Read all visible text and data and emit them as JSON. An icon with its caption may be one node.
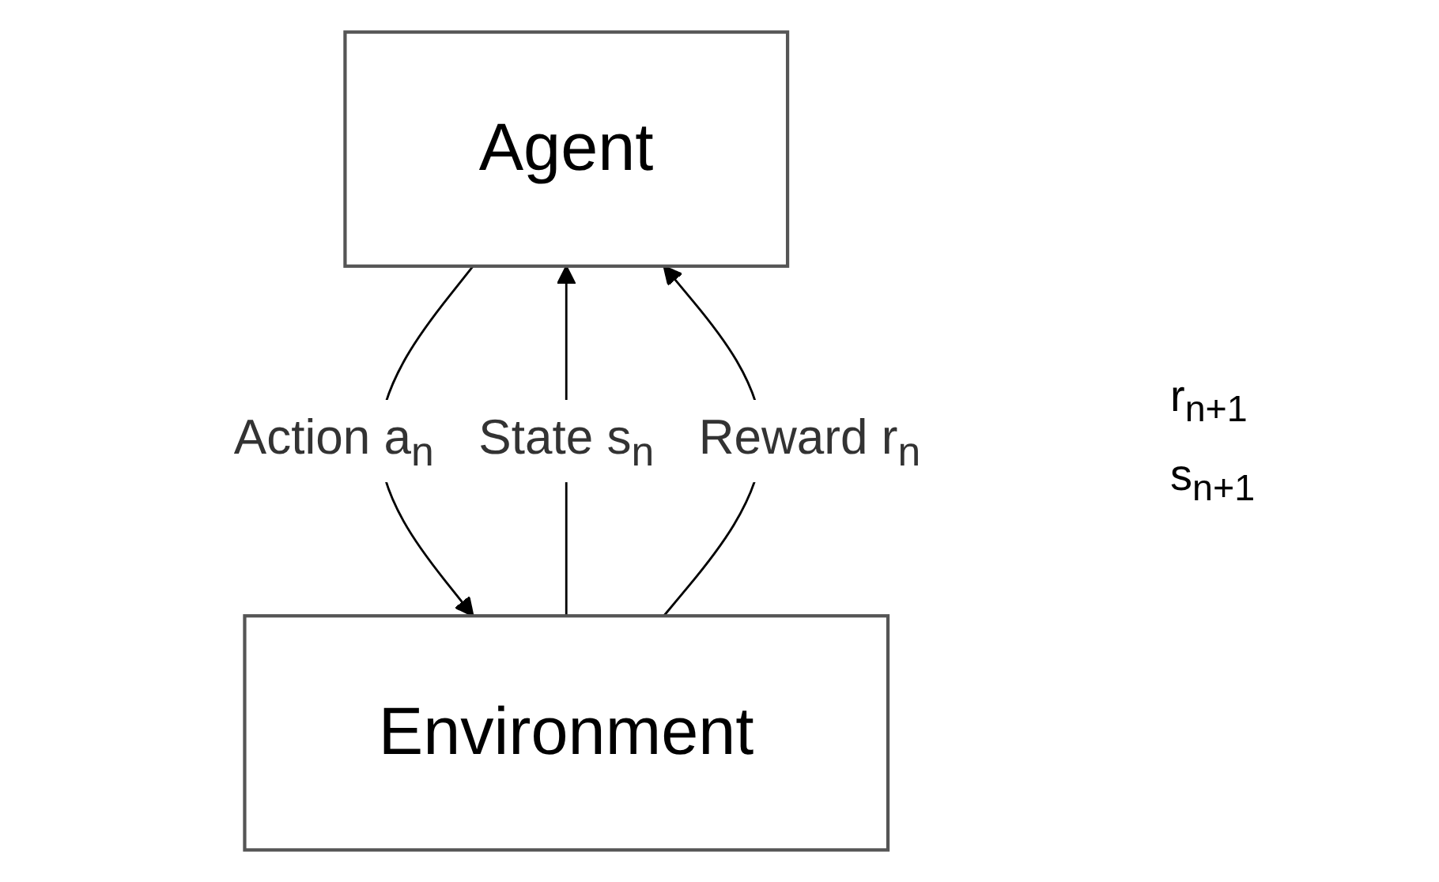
{
  "diagram": {
    "nodes": [
      {
        "text": [
          "Agent"
        ]
      },
      {
        "text": [
          "Environment"
        ]
      }
    ],
    "edges": [
      {
        "from": 1,
        "to": 0,
        "arrow": "to",
        "label": "State s$_{n}$"
      },
      {
        "from": 1,
        "to": 0,
        "arrow": "to",
        "label": "Reward r$_{n}$"
      },
      {
        "from": 0,
        "to": 1,
        "arrow": "to",
        "label": "Action a$_{n}$"
      }
    ],
    "labels": [
      "r$_{n+1}$",
      "s$_{n+1}$"
    ]
  }
}
